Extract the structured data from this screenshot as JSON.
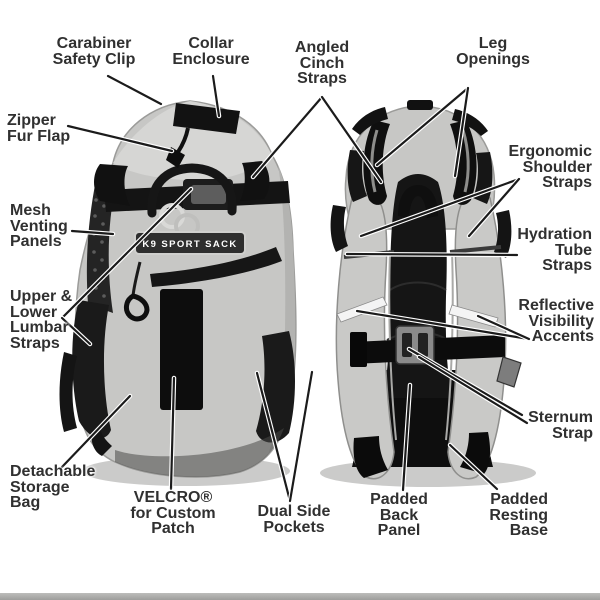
{
  "figure": {
    "type": "product-feature-diagram",
    "subject": "dog carrier backpack, front and back views",
    "brand_patch": "K9 SPORT SACK",
    "colors": {
      "background": "#ffffff",
      "label_text": "#303030",
      "callout_line": "#1b1b1b",
      "bag_gray": "#c7c7c5",
      "bag_dark": "#141414",
      "reflective_accent": "#f4f4f4"
    }
  },
  "callouts": [
    {
      "id": "carabiner-safety-clip",
      "text": "Carabiner\nSafety Clip"
    },
    {
      "id": "collar-enclosure",
      "text": "Collar\nEnclosure"
    },
    {
      "id": "angled-cinch-straps",
      "text": "Angled\nCinch\nStraps"
    },
    {
      "id": "leg-openings",
      "text": "Leg\nOpenings"
    },
    {
      "id": "zipper-fur-flap",
      "text": "Zipper\nFur Flap"
    },
    {
      "id": "mesh-venting-panels",
      "text": "Mesh\nVenting\nPanels"
    },
    {
      "id": "upper-lower-lumbar-straps",
      "text": "Upper &\nLower\nLumbar\nStraps"
    },
    {
      "id": "ergonomic-shoulder-straps",
      "text": "Ergonomic\nShoulder\nStraps"
    },
    {
      "id": "hydration-tube-straps",
      "text": "Hydration\nTube\nStraps"
    },
    {
      "id": "reflective-visibility-accents",
      "text": "Reflective\nVisibility\nAccents"
    },
    {
      "id": "sternum-strap",
      "text": "Sternum\nStrap"
    },
    {
      "id": "detachable-storage-bag",
      "text": "Detachable\nStorage\nBag"
    },
    {
      "id": "velcro-custom-patch",
      "text": "VELCRO®\nfor Custom\nPatch"
    },
    {
      "id": "dual-side-pockets",
      "text": "Dual Side\nPockets"
    },
    {
      "id": "padded-back-panel",
      "text": "Padded\nBack\nPanel"
    },
    {
      "id": "padded-resting-base",
      "text": "Padded\nResting\nBase"
    }
  ]
}
